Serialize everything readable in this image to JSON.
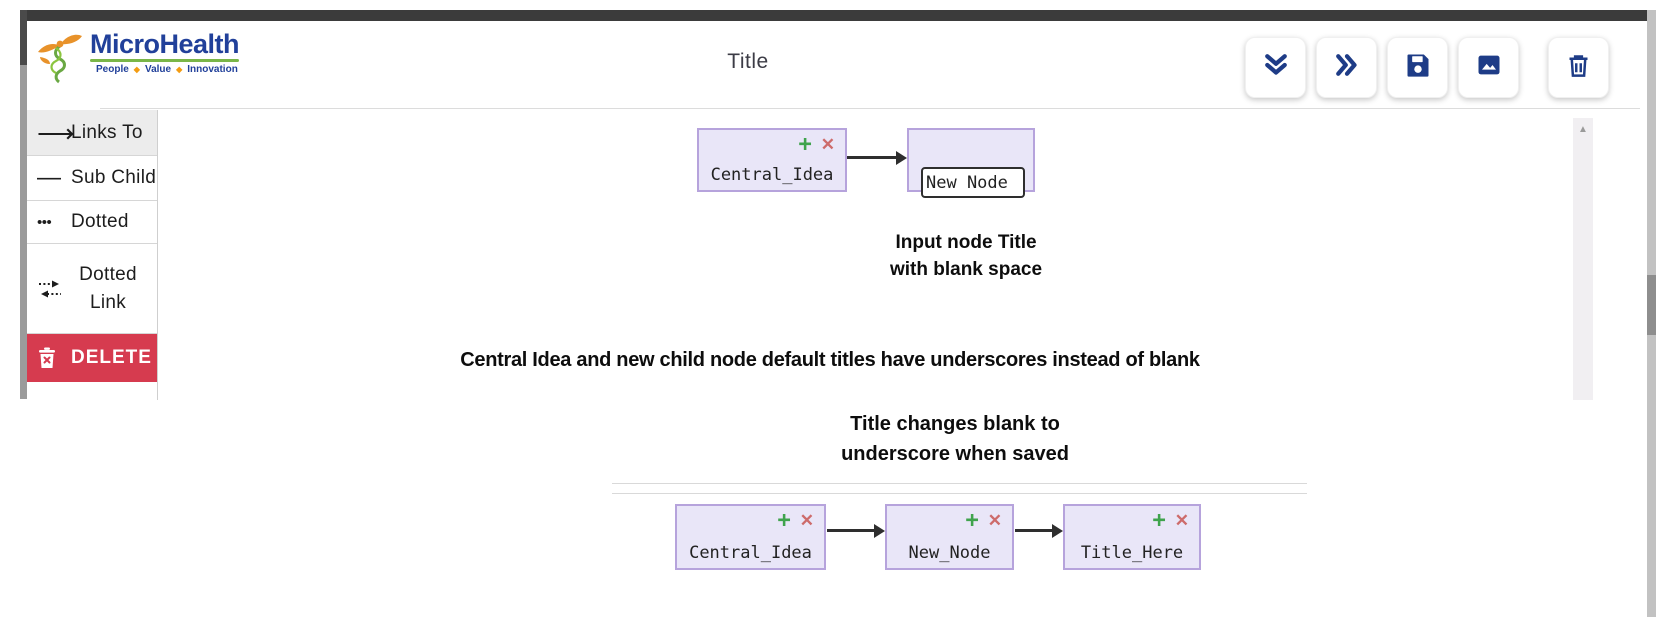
{
  "header": {
    "logo": {
      "title": "MicroHealth",
      "tagline": [
        "People",
        "Value",
        "Innovation"
      ],
      "diamond": "◆"
    },
    "title": "Title",
    "toolbar_buttons": [
      {
        "label": "collapse-all",
        "icon": "double-chevron-down"
      },
      {
        "label": "expand-all",
        "icon": "double-chevron-right"
      },
      {
        "label": "save",
        "icon": "floppy-disk"
      },
      {
        "label": "export-image",
        "icon": "image"
      },
      {
        "label": "delete-map",
        "icon": "trash"
      }
    ]
  },
  "sidebar": {
    "items": [
      {
        "label": "Links To",
        "icon": "arrow-right",
        "glyph": "⟶",
        "selected": true
      },
      {
        "label": "Sub Child",
        "icon": "dash",
        "glyph": "—",
        "selected": false
      },
      {
        "label": "Dotted",
        "icon": "dots",
        "glyph": "•••",
        "selected": false
      },
      {
        "label": "Dotted Link",
        "icon": "dotted-link-arrows",
        "selected": false
      },
      {
        "label": "DELETE",
        "icon": "trash-x",
        "selected": false,
        "danger": true
      }
    ]
  },
  "canvas": {
    "glyphs": {
      "plus": "+",
      "close": "✕",
      "scroll_up": "▲"
    },
    "top_row": {
      "node1": {
        "label": "Central_Idea"
      },
      "node2": {
        "input_value": "New Node"
      }
    },
    "annotations": {
      "input_title": "Input node Title\nwith blank space",
      "underscores": "Central Idea and new child node default titles have underscores instead of blank",
      "title_saved": "Title changes blank to\nunderscore when saved"
    },
    "bottom_row": {
      "nodes": [
        {
          "label": "Central_Idea"
        },
        {
          "label": "New_Node"
        },
        {
          "label": "Title_Here"
        }
      ]
    }
  },
  "colors": {
    "accent_navy": "#1e3c87",
    "logo_navy": "#21409a",
    "logo_green": "#7ab648",
    "logo_orange": "#f39c12",
    "node_fill": "#e9e6f8",
    "node_border": "#b6a3dc",
    "plus_green": "#3fa34d",
    "close_red": "#cd6b6b",
    "delete_bg": "#d63b4f",
    "top_bar": "#3b3b3b"
  }
}
